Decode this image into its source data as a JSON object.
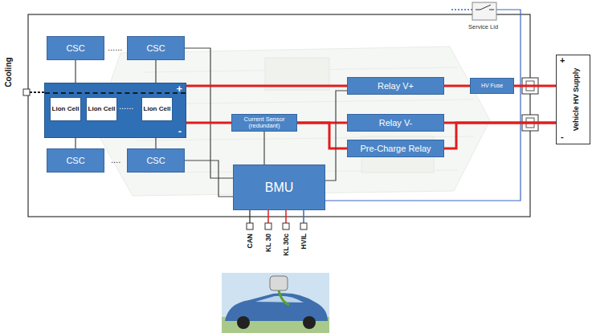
{
  "diagram": {
    "nodes": [
      {
        "text": [
          "CSC"
        ]
      },
      {
        "text": [
          "CSC"
        ]
      },
      {
        "text": [
          "+",
          "-"
        ]
      },
      {
        "text": [
          "Lion Cell"
        ],
        "in": 2
      },
      {
        "text": [
          "Lion Cell"
        ],
        "in": 2
      },
      {
        "text": [
          "Lion Cell"
        ],
        "in": 2
      },
      {
        "text": [
          "CSC"
        ]
      },
      {
        "text": [
          "CSC"
        ]
      },
      {
        "text": [
          "Relay V+"
        ]
      },
      {
        "text": [
          "HV Fuse"
        ]
      },
      {
        "text": [
          "Current Sensor (redundant)"
        ]
      },
      {
        "text": [
          "Relay V-"
        ]
      },
      {
        "text": [
          "Pre-Charge Relay"
        ]
      },
      {
        "text": [
          "BMU"
        ]
      },
      {
        "text": [
          "Vehicle HV Supply"
        ]
      }
    ],
    "edges": [
      {
        "from": 0,
        "to": 2,
        "arrow": "none"
      },
      {
        "from": 1,
        "to": 2,
        "arrow": "none"
      },
      {
        "from": 2,
        "to": 6,
        "arrow": "none"
      },
      {
        "from": 2,
        "to": 7,
        "arrow": "none"
      },
      {
        "from": 1,
        "to": 13,
        "arrow": "none"
      },
      {
        "from": 7,
        "to": 13,
        "arrow": "none"
      },
      {
        "from": 2,
        "to": 8,
        "arrow": "none"
      },
      {
        "from": 8,
        "to": 9,
        "arrow": "none"
      },
      {
        "from": 9,
        "to": 14,
        "arrow": "none"
      },
      {
        "from": 2,
        "to": 10,
        "arrow": "none"
      },
      {
        "from": 10,
        "to": 11,
        "arrow": "none"
      },
      {
        "from": 10,
        "to": 12,
        "arrow": "none"
      },
      {
        "from": 11,
        "to": 14,
        "arrow": "none"
      },
      {
        "from": 12,
        "to": 14,
        "arrow": "none"
      },
      {
        "from": 10,
        "to": 13,
        "arrow": "none"
      },
      {
        "from": 13,
        "to": 8,
        "arrow": "none"
      }
    ],
    "labels": [
      "Cooling",
      "......",
      "......",
      "....",
      "Service Lid",
      "+",
      "-",
      "CAN",
      "KL 30",
      "KL 30c",
      "HVIL"
    ]
  }
}
